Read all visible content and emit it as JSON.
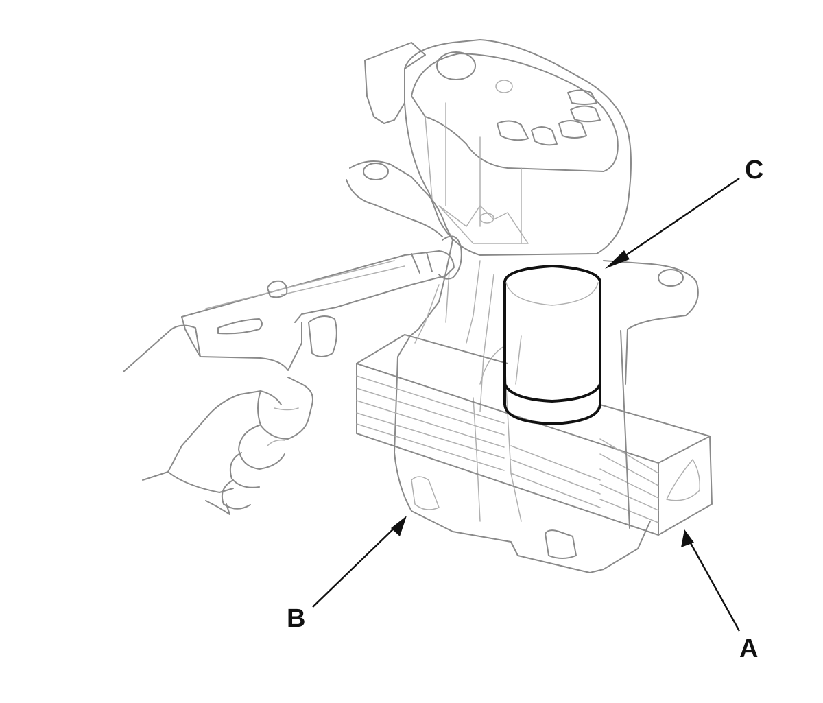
{
  "callouts": {
    "a": "A",
    "b": "B",
    "c": "C"
  },
  "colors": {
    "outline": "#8a8a8a",
    "callout": "#111111",
    "background": "#ffffff"
  }
}
